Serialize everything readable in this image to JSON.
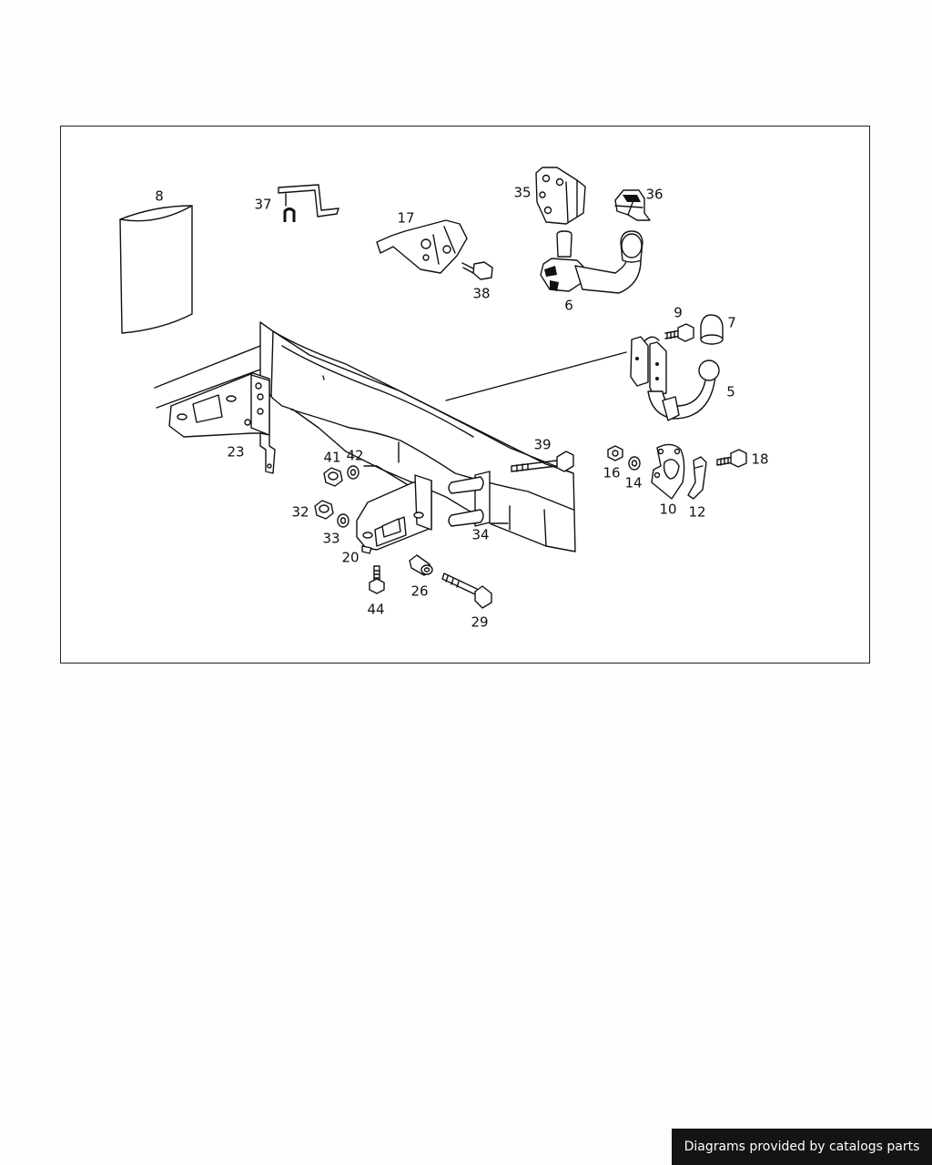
{
  "diagram": {
    "callouts": [
      {
        "id": "8",
        "label": "8"
      },
      {
        "id": "37",
        "label": "37"
      },
      {
        "id": "17",
        "label": "17"
      },
      {
        "id": "35",
        "label": "35"
      },
      {
        "id": "36",
        "label": "36"
      },
      {
        "id": "38",
        "label": "38"
      },
      {
        "id": "6",
        "label": "6"
      },
      {
        "id": "9",
        "label": "9"
      },
      {
        "id": "7",
        "label": "7"
      },
      {
        "id": "5",
        "label": "5"
      },
      {
        "id": "23",
        "label": "23"
      },
      {
        "id": "41",
        "label": "41"
      },
      {
        "id": "42",
        "label": "42"
      },
      {
        "id": "39",
        "label": "39"
      },
      {
        "id": "16",
        "label": "16"
      },
      {
        "id": "14",
        "label": "14"
      },
      {
        "id": "18",
        "label": "18"
      },
      {
        "id": "32",
        "label": "32"
      },
      {
        "id": "33",
        "label": "33"
      },
      {
        "id": "34",
        "label": "34"
      },
      {
        "id": "10",
        "label": "10"
      },
      {
        "id": "12",
        "label": "12"
      },
      {
        "id": "20",
        "label": "20"
      },
      {
        "id": "26",
        "label": "26"
      },
      {
        "id": "44",
        "label": "44"
      },
      {
        "id": "29",
        "label": "29"
      }
    ]
  },
  "footer": {
    "text": "Diagrams provided by catalogs parts"
  }
}
